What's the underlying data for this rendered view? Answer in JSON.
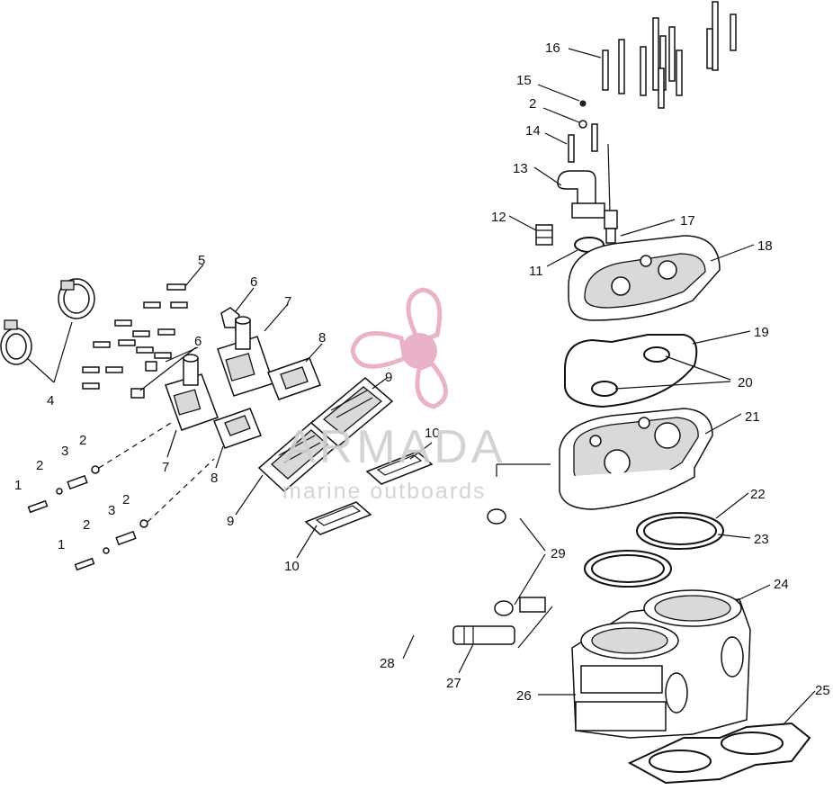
{
  "watermark": {
    "brand": "ARMADA",
    "tagline": "marine outboards",
    "color": "#e8a9c6",
    "accent": "#b9559a",
    "icon": "propeller-icon"
  },
  "callouts": [
    "1",
    "1",
    "2",
    "2",
    "2",
    "2",
    "3",
    "3",
    "4",
    "5",
    "6",
    "6",
    "7",
    "7",
    "8",
    "8",
    "9",
    "9",
    "10",
    "10",
    "11",
    "12",
    "13",
    "14",
    "15",
    "2",
    "16",
    "17",
    "18",
    "19",
    "20",
    "21",
    "22",
    "23",
    "24",
    "25",
    "26",
    "27",
    "28",
    "29"
  ]
}
